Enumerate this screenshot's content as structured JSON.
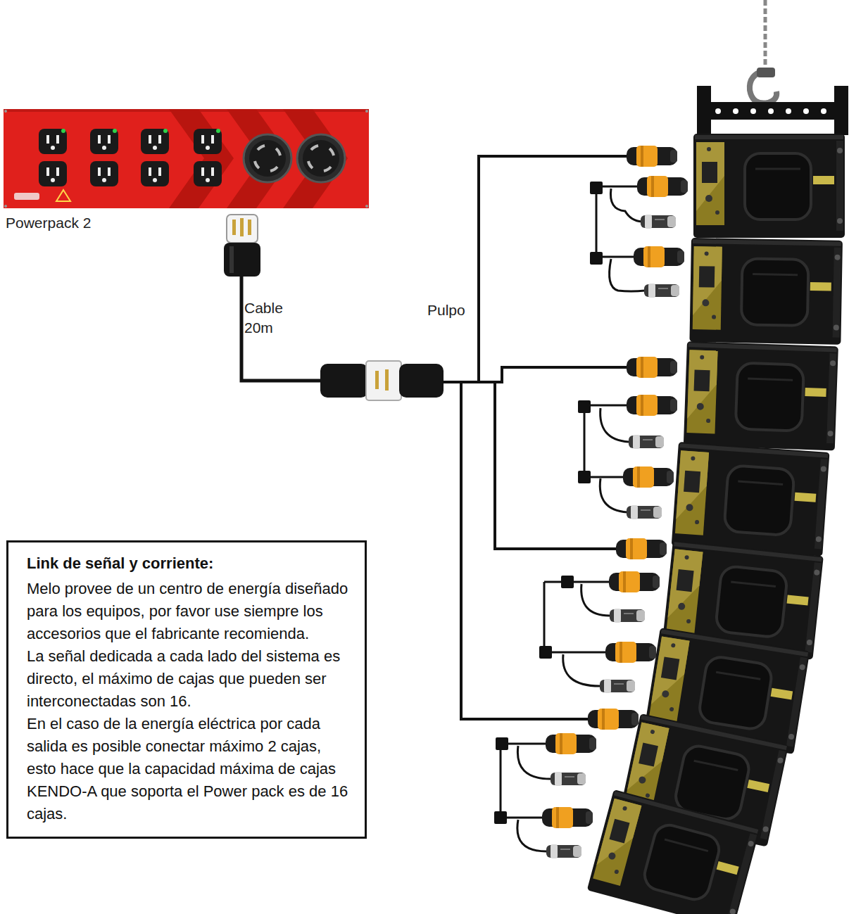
{
  "diagram": {
    "nodes": [
      {
        "text": [
          "Powerpack 2"
        ]
      },
      {
        "text": [
          "Link de señal y corriente:",
          "Melo provee de un centro de energía diseñado para los equipos, por favor use siempre los accesorios que el fabricante recomienda.",
          "La señal dedicada a cada lado del sistema es directo, el máximo de cajas que pueden ser interconectadas son 16.",
          "En el caso de la energía eléctrica por cada salida es posible conectar máximo 2 cajas, esto hace que la capacidad máxima de cajas KENDO-A que soporta el Power pack es de 16 cajas."
        ]
      }
    ],
    "labels": [
      "Cable 20m",
      "Pulpo"
    ]
  }
}
